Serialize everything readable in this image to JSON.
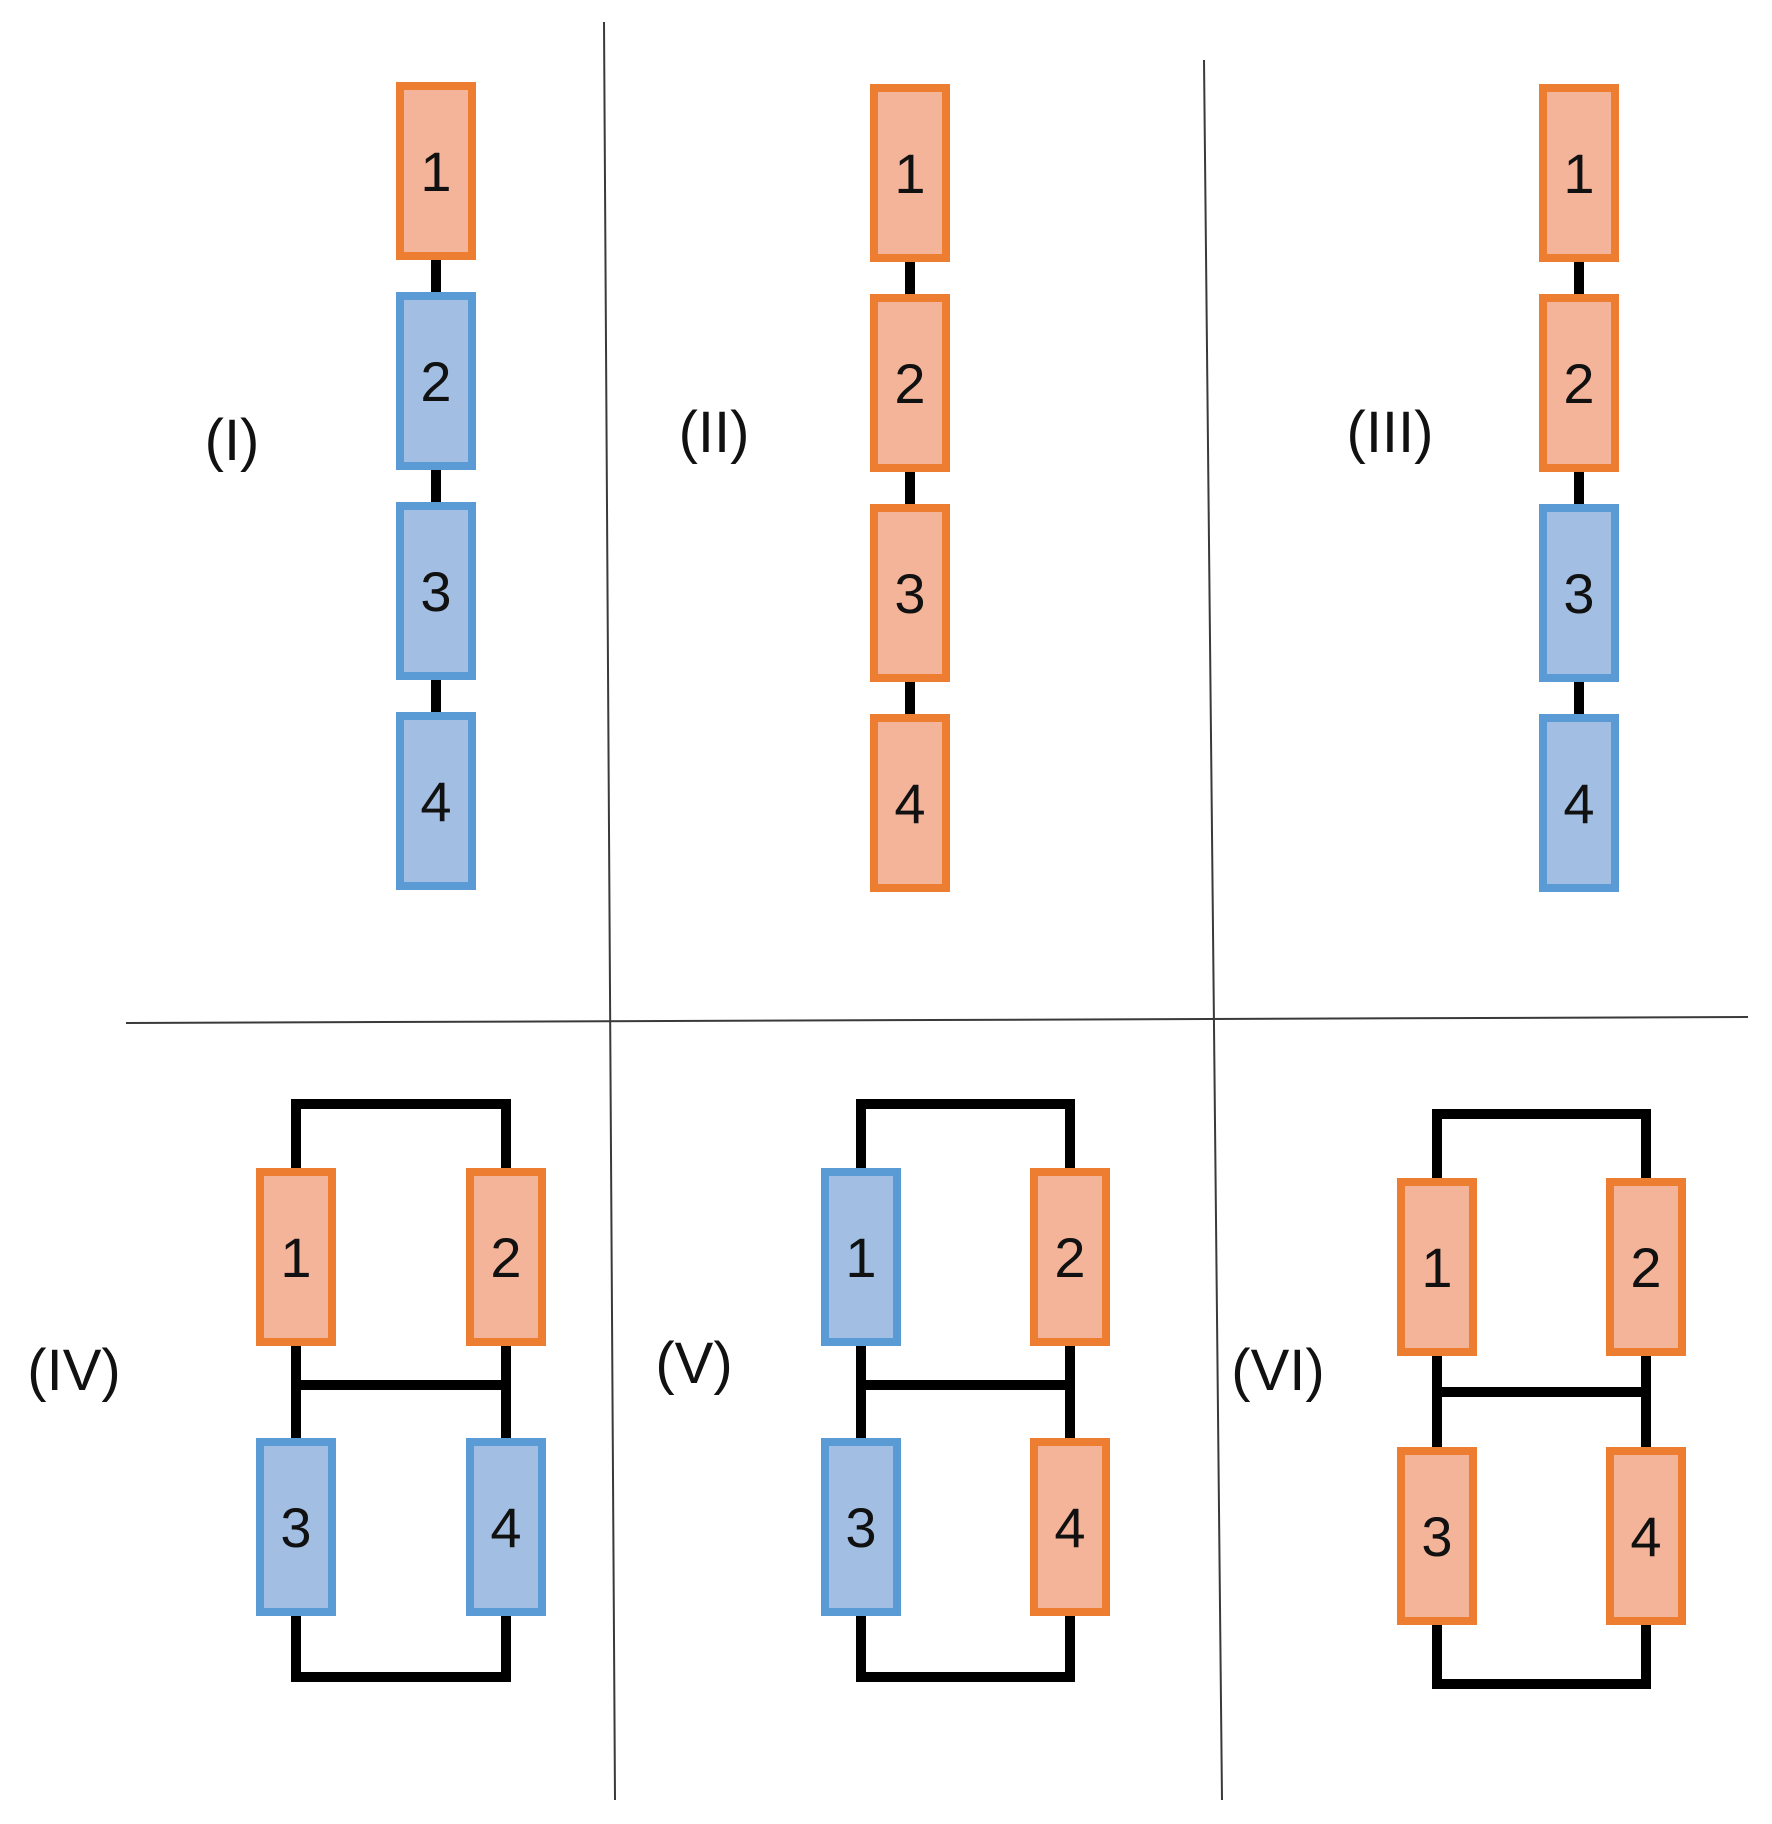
{
  "colors": {
    "orange_fill": "#f4b49a",
    "orange_border": "#ed7d31",
    "blue_fill": "#a2bfe3",
    "blue_border": "#5b9bd5",
    "wire": "#000000"
  },
  "panels": [
    {
      "label": "(I)",
      "layout": "series",
      "boxes": [
        {
          "number": "1",
          "color": "orange"
        },
        {
          "number": "2",
          "color": "blue"
        },
        {
          "number": "3",
          "color": "blue"
        },
        {
          "number": "4",
          "color": "blue"
        }
      ]
    },
    {
      "label": "(II)",
      "layout": "series",
      "boxes": [
        {
          "number": "1",
          "color": "orange"
        },
        {
          "number": "2",
          "color": "orange"
        },
        {
          "number": "3",
          "color": "orange"
        },
        {
          "number": "4",
          "color": "orange"
        }
      ]
    },
    {
      "label": "(III)",
      "layout": "series",
      "boxes": [
        {
          "number": "1",
          "color": "orange"
        },
        {
          "number": "2",
          "color": "orange"
        },
        {
          "number": "3",
          "color": "blue"
        },
        {
          "number": "4",
          "color": "blue"
        }
      ]
    },
    {
      "label": "(IV)",
      "layout": "bridge",
      "boxes": [
        {
          "number": "1",
          "color": "orange"
        },
        {
          "number": "2",
          "color": "orange"
        },
        {
          "number": "3",
          "color": "blue"
        },
        {
          "number": "4",
          "color": "blue"
        }
      ]
    },
    {
      "label": "(V)",
      "layout": "bridge",
      "boxes": [
        {
          "number": "1",
          "color": "blue"
        },
        {
          "number": "2",
          "color": "orange"
        },
        {
          "number": "3",
          "color": "blue"
        },
        {
          "number": "4",
          "color": "orange"
        }
      ]
    },
    {
      "label": "(VI)",
      "layout": "bridge",
      "boxes": [
        {
          "number": "1",
          "color": "orange"
        },
        {
          "number": "2",
          "color": "orange"
        },
        {
          "number": "3",
          "color": "orange"
        },
        {
          "number": "4",
          "color": "orange"
        }
      ]
    }
  ]
}
